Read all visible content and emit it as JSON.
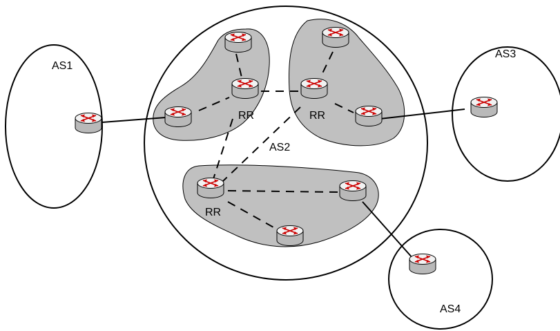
{
  "diagram": {
    "as_labels": {
      "as1": "AS1",
      "as2": "AS2",
      "as3": "AS3",
      "as4": "AS4"
    },
    "reflector_label": "RR",
    "colors": {
      "cluster_fill": "#c0c0c0",
      "router_body": "#b9b9b9",
      "router_top": "#f2f2f2",
      "router_arrows": "#cc0000",
      "lines": "#000000"
    },
    "icons": {
      "router": "router-icon"
    }
  }
}
